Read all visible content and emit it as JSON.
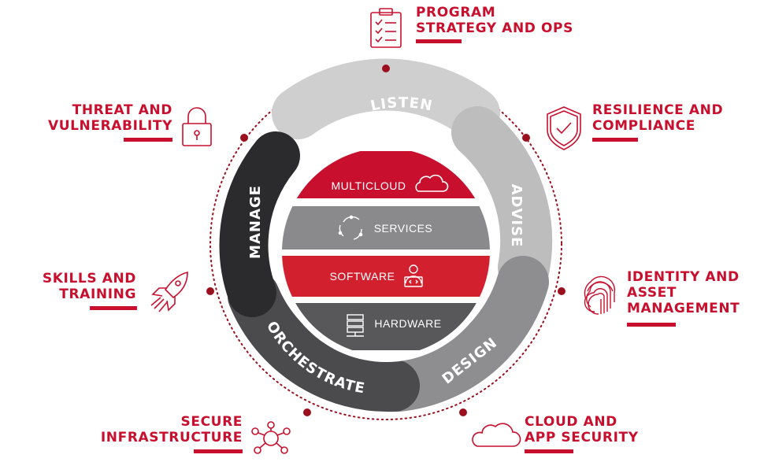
{
  "cycle": {
    "stages": [
      {
        "label": "LISTEN",
        "color": "#cfcfcf"
      },
      {
        "label": "ADVISE",
        "color": "#bdbdbd"
      },
      {
        "label": "DESIGN",
        "color": "#8e8e90"
      },
      {
        "label": "ORCHESTRATE",
        "color": "#4b4b4e"
      },
      {
        "label": "MANAGE",
        "color": "#2b2b2e"
      }
    ]
  },
  "layers": [
    {
      "label": "MULTICLOUD",
      "icon": "cloud-icon",
      "color": "#c8102e"
    },
    {
      "label": "SERVICES",
      "icon": "cycle-arrows-icon",
      "color": "#8a8a8c"
    },
    {
      "label": "SOFTWARE",
      "icon": "developer-icon",
      "color": "#d3202f"
    },
    {
      "label": "HARDWARE",
      "icon": "server-icon",
      "color": "#58585a"
    }
  ],
  "capabilities": [
    {
      "line1": "PROGRAM",
      "line2": "STRATEGY AND OPS",
      "icon": "clipboard-checklist-icon"
    },
    {
      "line1": "RESILIENCE AND",
      "line2": "COMPLIANCE",
      "icon": "shield-check-icon"
    },
    {
      "line1": "IDENTITY AND",
      "line2": "ASSET",
      "line3": "MANAGEMENT",
      "icon": "fingerprint-icon"
    },
    {
      "line1": "CLOUD AND",
      "line2": "APP SECURITY",
      "icon": "cloud-icon"
    },
    {
      "line1": "SECURE",
      "line2": "INFRASTRUCTURE",
      "icon": "network-icon"
    },
    {
      "line1": "SKILLS AND",
      "line2": "TRAINING",
      "icon": "rocket-icon"
    },
    {
      "line1": "THREAT AND",
      "line2": "VULNERABILITY",
      "icon": "padlock-icon"
    }
  ],
  "colors": {
    "accent": "#c8102e",
    "dot": "#9b0f1e"
  }
}
